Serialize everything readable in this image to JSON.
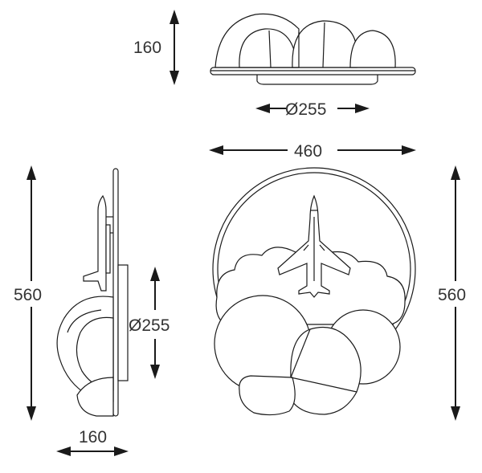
{
  "dimensions": {
    "top_height": "160",
    "top_diameter": "Ø255",
    "front_width": "460",
    "side_height": "560",
    "side_diameter": "Ø255",
    "side_depth": "160",
    "front_height": "560"
  }
}
